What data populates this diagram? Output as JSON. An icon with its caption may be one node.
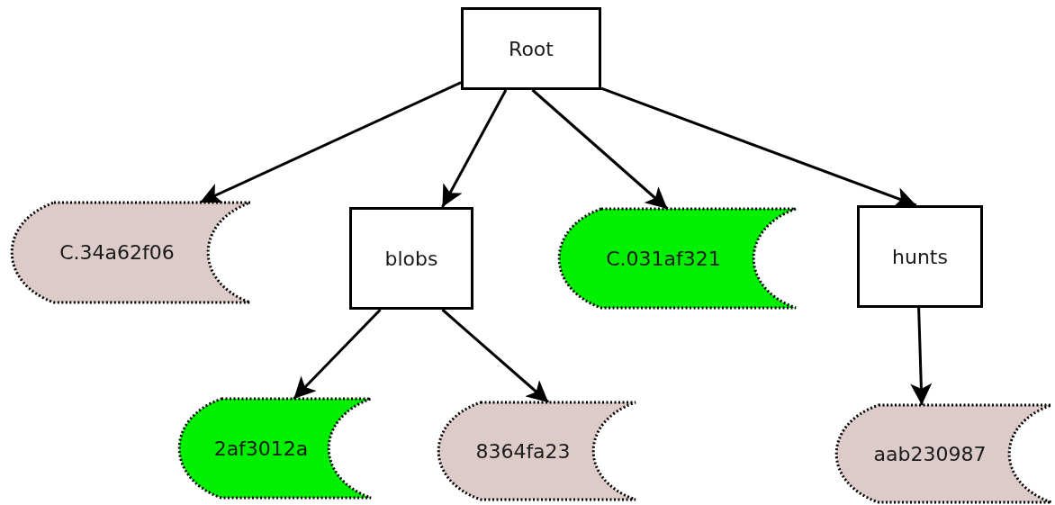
{
  "diagram": {
    "nodes": [
      {
        "text": [
          "Root"
        ]
      },
      {
        "text": [
          "C.34a62f06"
        ]
      },
      {
        "text": [
          "blobs"
        ]
      },
      {
        "text": [
          "C.031af321"
        ]
      },
      {
        "text": [
          "hunts"
        ]
      },
      {
        "text": [
          "2af3012a"
        ]
      },
      {
        "text": [
          "8364fa23"
        ]
      },
      {
        "text": [
          "aab230987"
        ]
      }
    ],
    "edges": [
      {
        "from": 0,
        "to": 1,
        "arrow": "to"
      },
      {
        "from": 0,
        "to": 2,
        "arrow": "to"
      },
      {
        "from": 0,
        "to": 3,
        "arrow": "to"
      },
      {
        "from": 0,
        "to": 4,
        "arrow": "to"
      },
      {
        "from": 2,
        "to": 5,
        "arrow": "to"
      },
      {
        "from": 2,
        "to": 6,
        "arrow": "to"
      },
      {
        "from": 4,
        "to": 7,
        "arrow": "to"
      }
    ]
  }
}
